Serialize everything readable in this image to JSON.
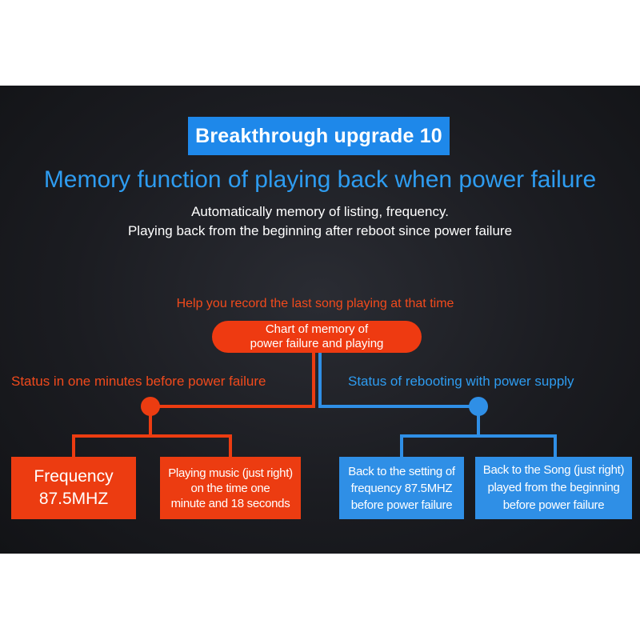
{
  "banner": {
    "label": "Breakthrough upgrade 10"
  },
  "headline": "Memory function of playing back when power failure",
  "subtitle": {
    "line1": "Automatically memory of listing, frequency.",
    "line2": "Playing back from the beginning after reboot since power failure"
  },
  "help_text": "Help you record the last song playing at that time",
  "chart_node": {
    "line1": "Chart of memory of",
    "line2": "power failure and playing"
  },
  "left_branch": {
    "label": "Status in one minutes before power failure",
    "boxes": [
      {
        "line1": "Frequency",
        "line2": "87.5MHZ"
      },
      {
        "line1": "Playing music (just right)",
        "line2": "on the time one",
        "line3": "minute and 18 seconds"
      }
    ]
  },
  "right_branch": {
    "label": "Status of rebooting with power supply",
    "boxes": [
      {
        "line1": "Back to the setting of",
        "line2": "frequency 87.5MHZ",
        "line3": "before power failure"
      },
      {
        "line1": "Back to the Song (just right)",
        "line2": "played from the beginning",
        "line3": "before power failure"
      }
    ]
  },
  "colors": {
    "orange": "#ec3c11",
    "blue": "#2f8fe6",
    "headline_blue": "#2e9cf0",
    "background": "#1b1c21"
  }
}
